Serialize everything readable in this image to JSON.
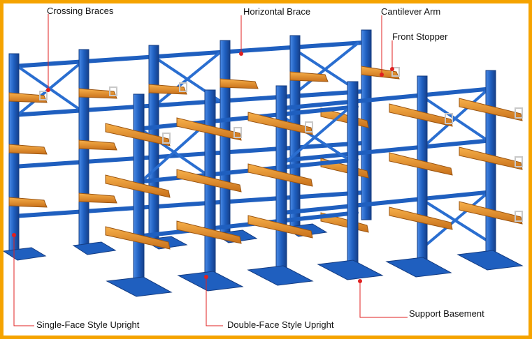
{
  "labels": {
    "crossing_braces": "Crossing Braces",
    "horizontal_brace": "Horizontal Brace",
    "cantilever_arm": "Cantilever Arm",
    "front_stopper": "Front Stopper",
    "single_face_upright": "Single-Face Style Upright",
    "double_face_upright": "Double-Face Style Upright",
    "support_basement": "Support Basement"
  },
  "colors": {
    "frame": "#f5a300",
    "steel_blue": "#1f5fbf",
    "arm_orange": "#e8901e",
    "callout_red": "#e02020"
  }
}
